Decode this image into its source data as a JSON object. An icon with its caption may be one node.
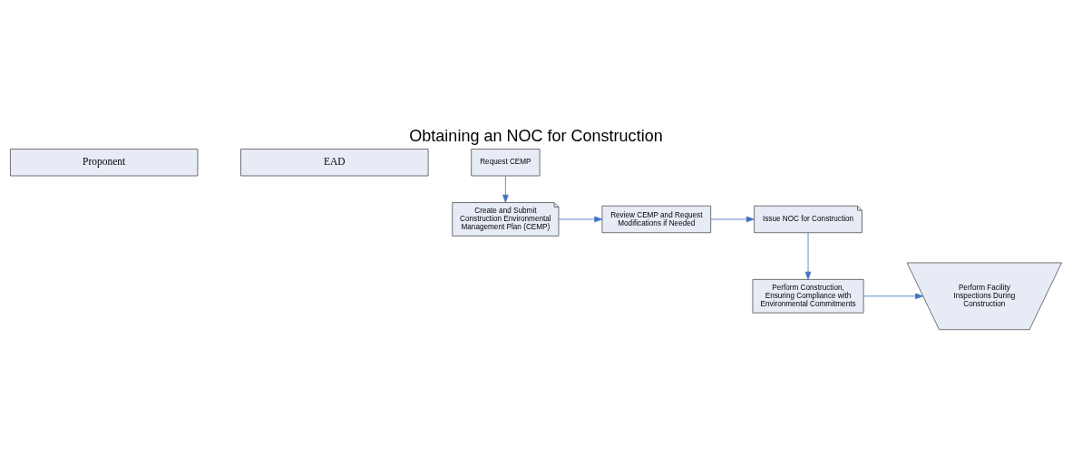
{
  "diagram": {
    "title": "Obtaining an NOC for Construction",
    "nodes": [
      {
        "text": [
          "Proponent"
        ]
      },
      {
        "text": [
          "EAD"
        ]
      },
      {
        "text": [
          "Request CEMP"
        ]
      },
      {
        "text": [
          "Create and Submit Construction Environmental Management Plan (CEMP)"
        ]
      },
      {
        "text": [
          "Review CEMP and Request Modifications if Needed"
        ]
      },
      {
        "text": [
          "Issue NOC for Construction"
        ]
      },
      {
        "text": [
          "Perform Construction, Ensuring Compliance with Environmental Commitments"
        ]
      },
      {
        "text": [
          "Perform Facility Inspections During Construction"
        ]
      }
    ],
    "edges": [
      {
        "from": 2,
        "to": 3,
        "arrow": "to"
      },
      {
        "from": 3,
        "to": 4,
        "arrow": "to"
      },
      {
        "from": 4,
        "to": 5,
        "arrow": "to"
      },
      {
        "from": 5,
        "to": 6,
        "arrow": "to"
      },
      {
        "from": 6,
        "to": 7,
        "arrow": "to"
      }
    ]
  }
}
